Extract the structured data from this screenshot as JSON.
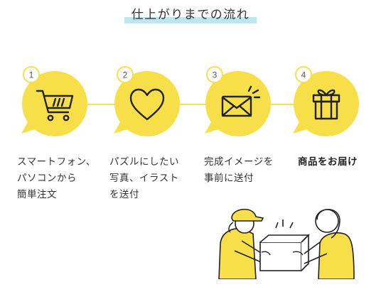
{
  "page": {
    "title": "仕上がりまでの流れ"
  },
  "colors": {
    "bubble": "#f7df4a",
    "title_highlight": "#bfe6ee",
    "line_art": "#222222"
  },
  "steps": [
    {
      "number": "1",
      "icon": "shopping-cart-icon",
      "text": "スマートフォン、\nパソコンから\n簡単注文"
    },
    {
      "number": "2",
      "icon": "heart-icon",
      "text": "パズルにしたい\n写真、イラスト\nを送付"
    },
    {
      "number": "3",
      "icon": "envelope-icon",
      "text": "完成イメージを\n事前に送付"
    },
    {
      "number": "4",
      "icon": "gift-box-icon",
      "text": "商品をお届け"
    }
  ],
  "illustration": {
    "icon": "delivery-handover-illustration"
  }
}
